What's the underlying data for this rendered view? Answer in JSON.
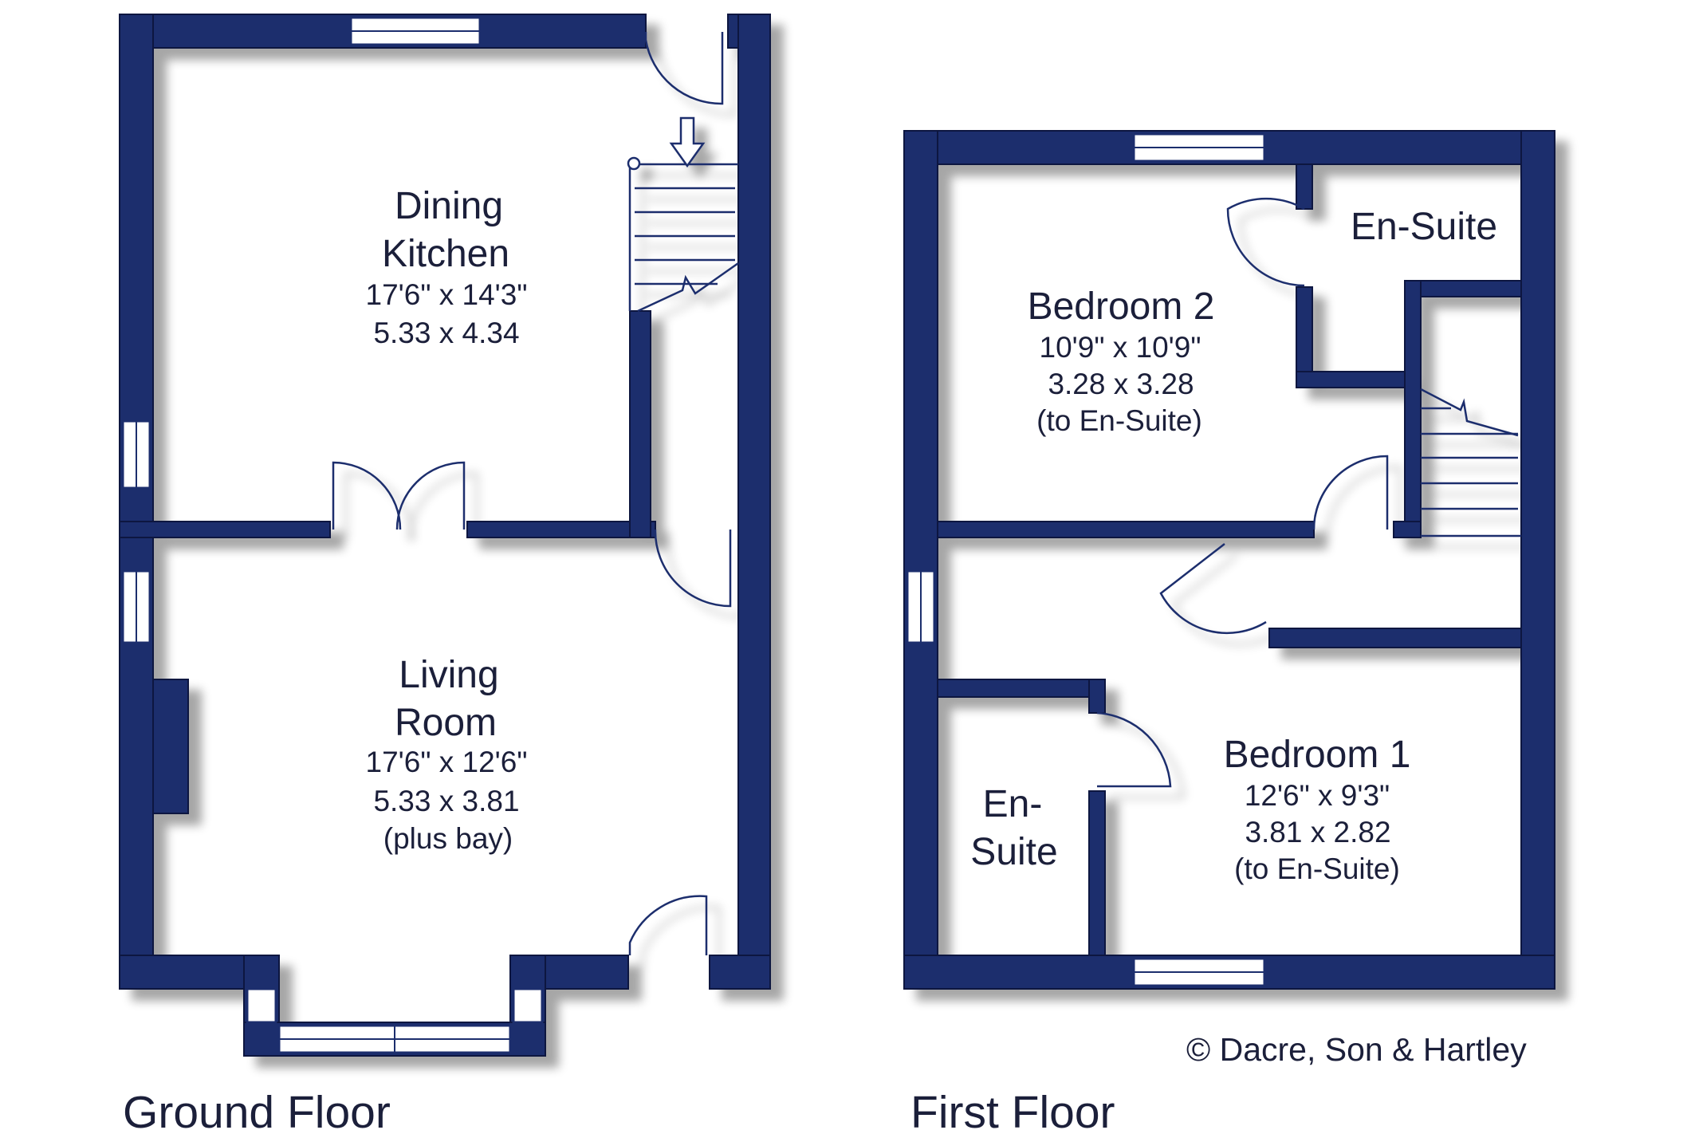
{
  "floors": {
    "ground": {
      "name": "Ground Floor",
      "rooms": {
        "dining_kitchen": {
          "name_line1": "Dining",
          "name_line2": "Kitchen",
          "dim_imperial": "17'6\"  x  14'3\"",
          "dim_metric": "5.33  x   4.34"
        },
        "living_room": {
          "name_line1": "Living",
          "name_line2": "Room",
          "dim_imperial": "17'6\"  x  12'6\"",
          "dim_metric": "5.33  x   3.81",
          "note": "(plus bay)"
        }
      }
    },
    "first": {
      "name": "First Floor",
      "rooms": {
        "bedroom_2": {
          "name": "Bedroom 2",
          "dim_imperial": "10'9\"  x  10'9\"",
          "dim_metric": "3.28  x  3.28",
          "note": "(to En-Suite)"
        },
        "ensuite_top": {
          "name": "En-Suite"
        },
        "bedroom_1": {
          "name": "Bedroom 1",
          "dim_imperial": "12'6\"  x   9'3\"",
          "dim_metric": "3.81  x  2.82",
          "note": "(to En-Suite)"
        },
        "ensuite_bottom": {
          "name_line1": "En-",
          "name_line2": "Suite"
        }
      }
    }
  },
  "copyright": "© Dacre, Son & Hartley",
  "colors": {
    "wall": "#1f2f6d",
    "wall_edge": "#0e1640",
    "shadow": "#c9c9d2",
    "text": "#1b1f3a",
    "background": "#ffffff"
  }
}
